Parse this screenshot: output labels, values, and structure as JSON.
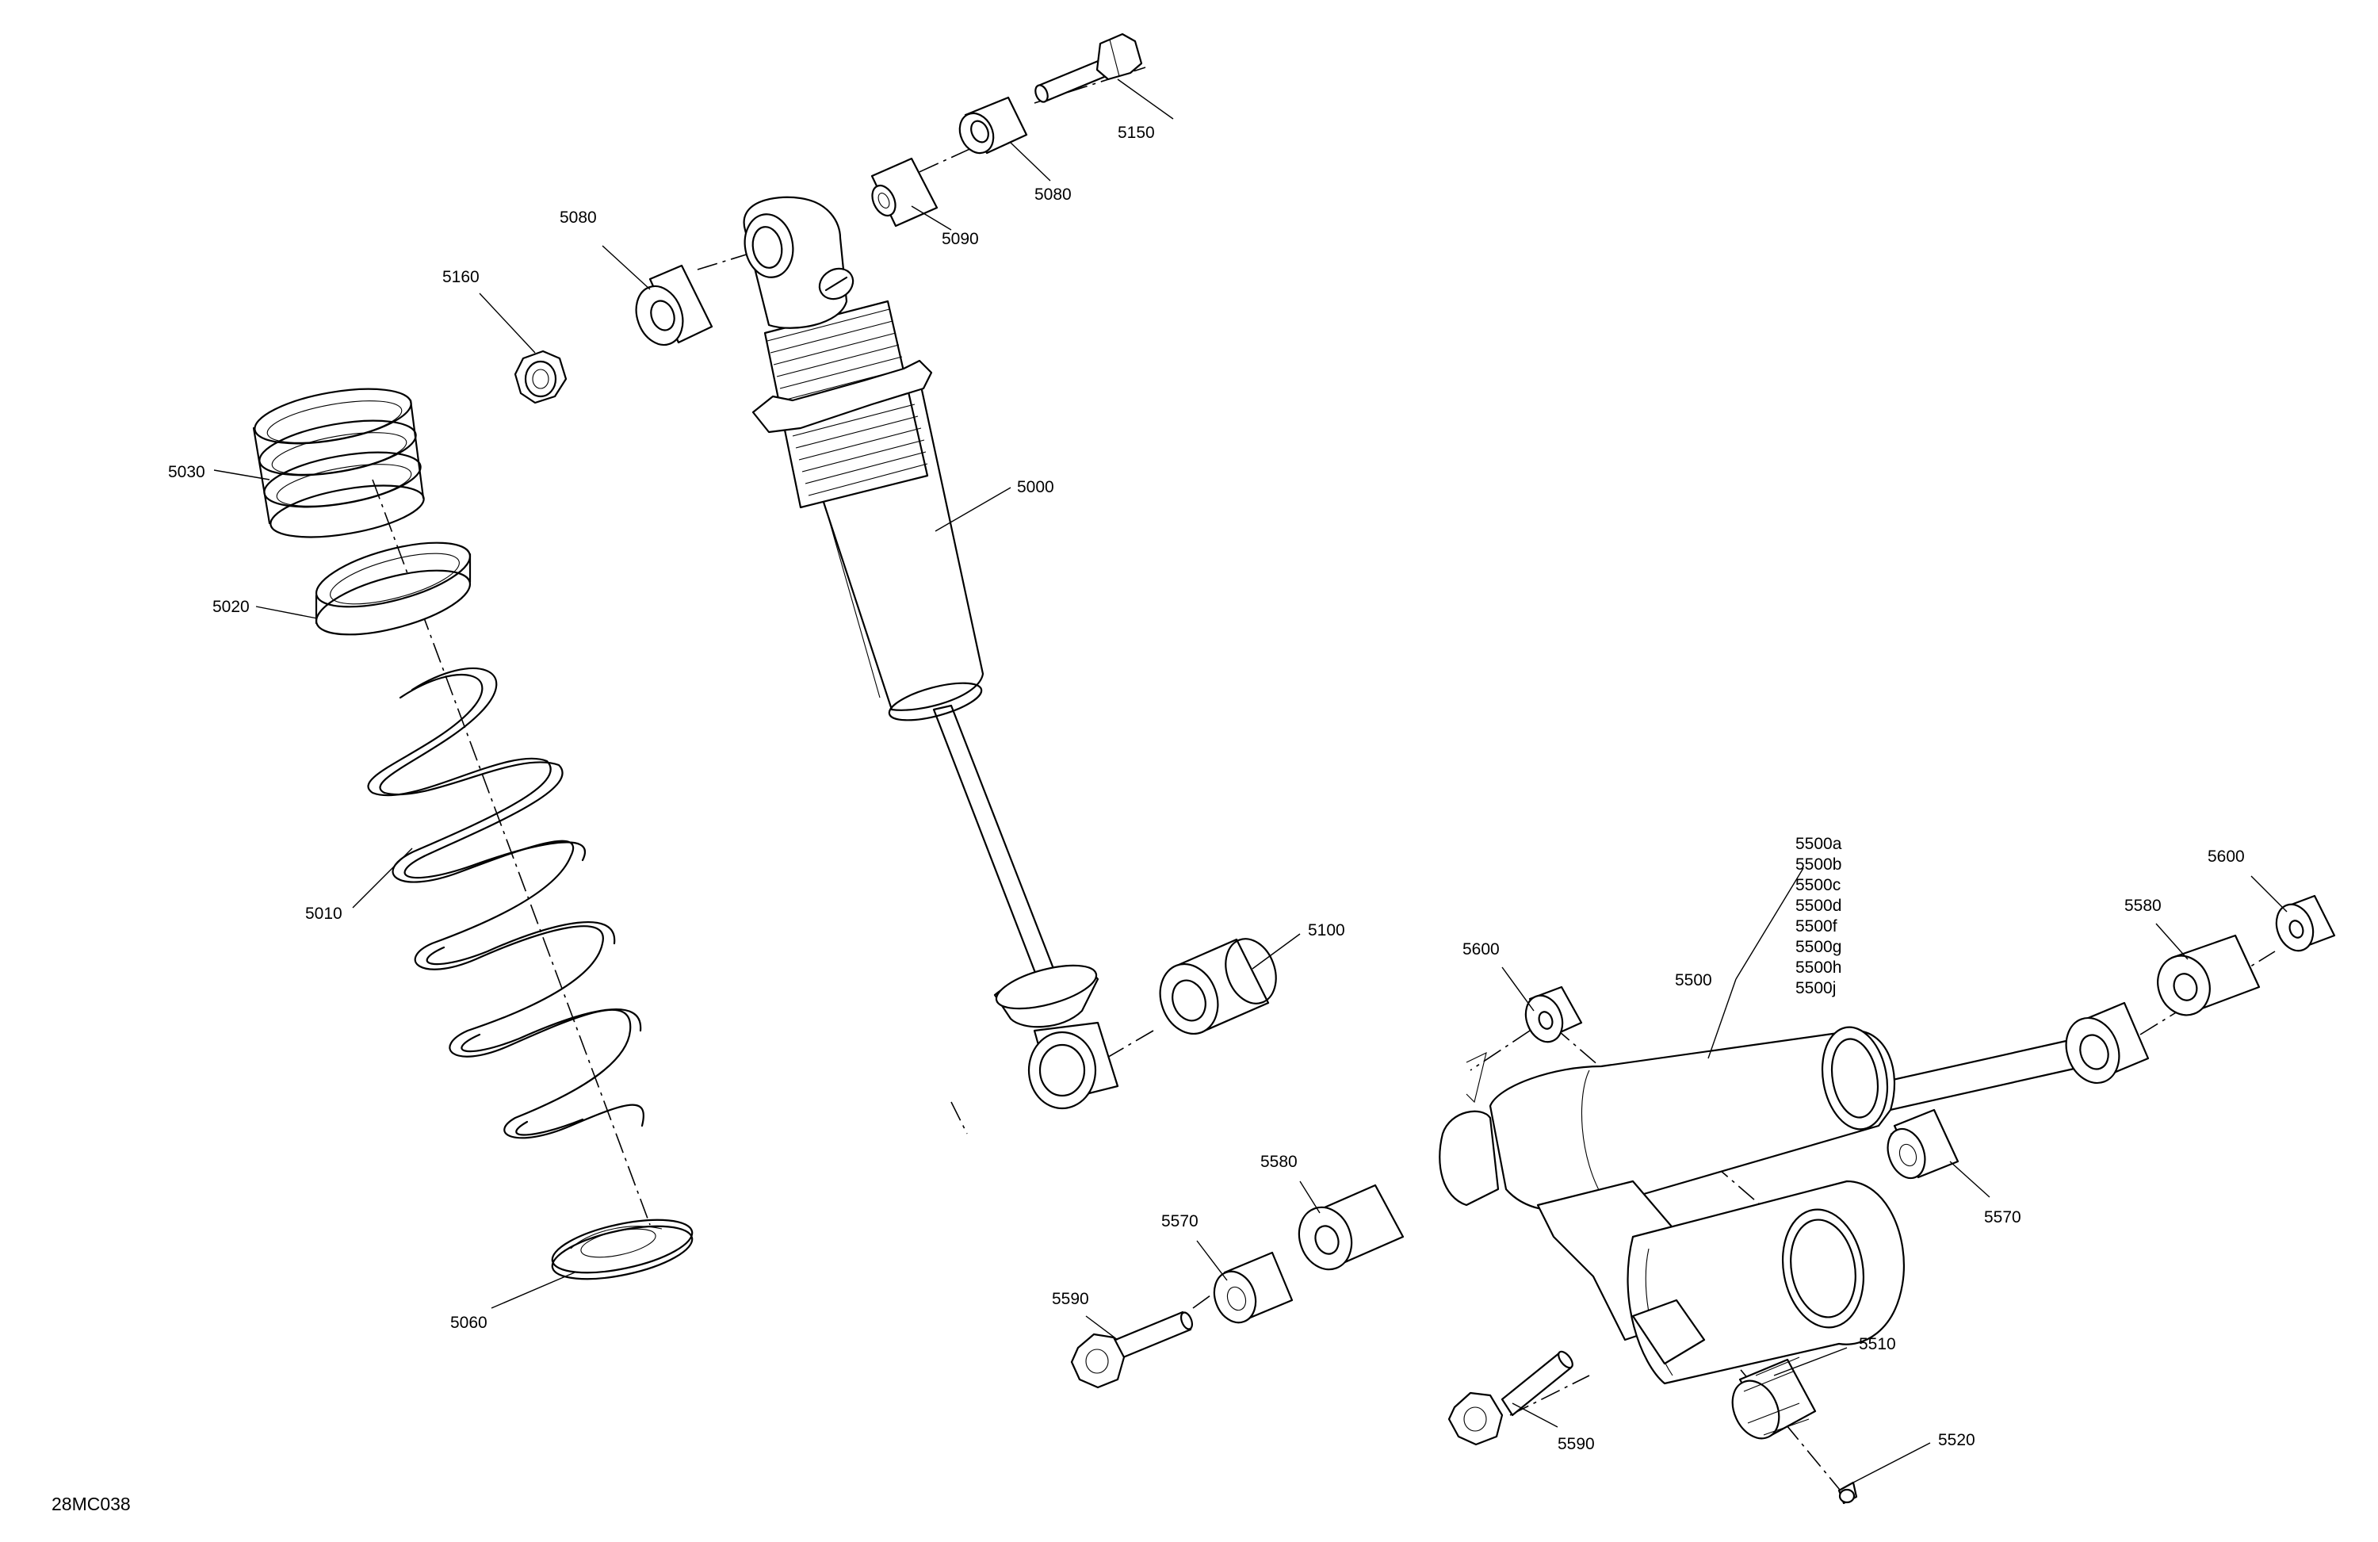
{
  "figure_id": "28MC038",
  "callouts": {
    "c5150": "5150",
    "c5080_top": "5080",
    "c5090": "5090",
    "c5080_left": "5080",
    "c5160": "5160",
    "c5030": "5030",
    "c5020": "5020",
    "c5000": "5000",
    "c5010": "5010",
    "c5060": "5060",
    "c5100": "5100",
    "c5600_left": "5600",
    "c5600_right": "5600",
    "c5580_right": "5580",
    "c5580_left": "5580",
    "c5570_left": "5570",
    "c5570_right": "5570",
    "c5590_left": "5590",
    "c5590_right": "5590",
    "c5510": "5510",
    "c5520": "5520",
    "c5500": "5500"
  },
  "variants_5500": [
    "5500a",
    "5500b",
    "5500c",
    "5500d",
    "5500f",
    "5500g",
    "5500h",
    "5500j"
  ]
}
